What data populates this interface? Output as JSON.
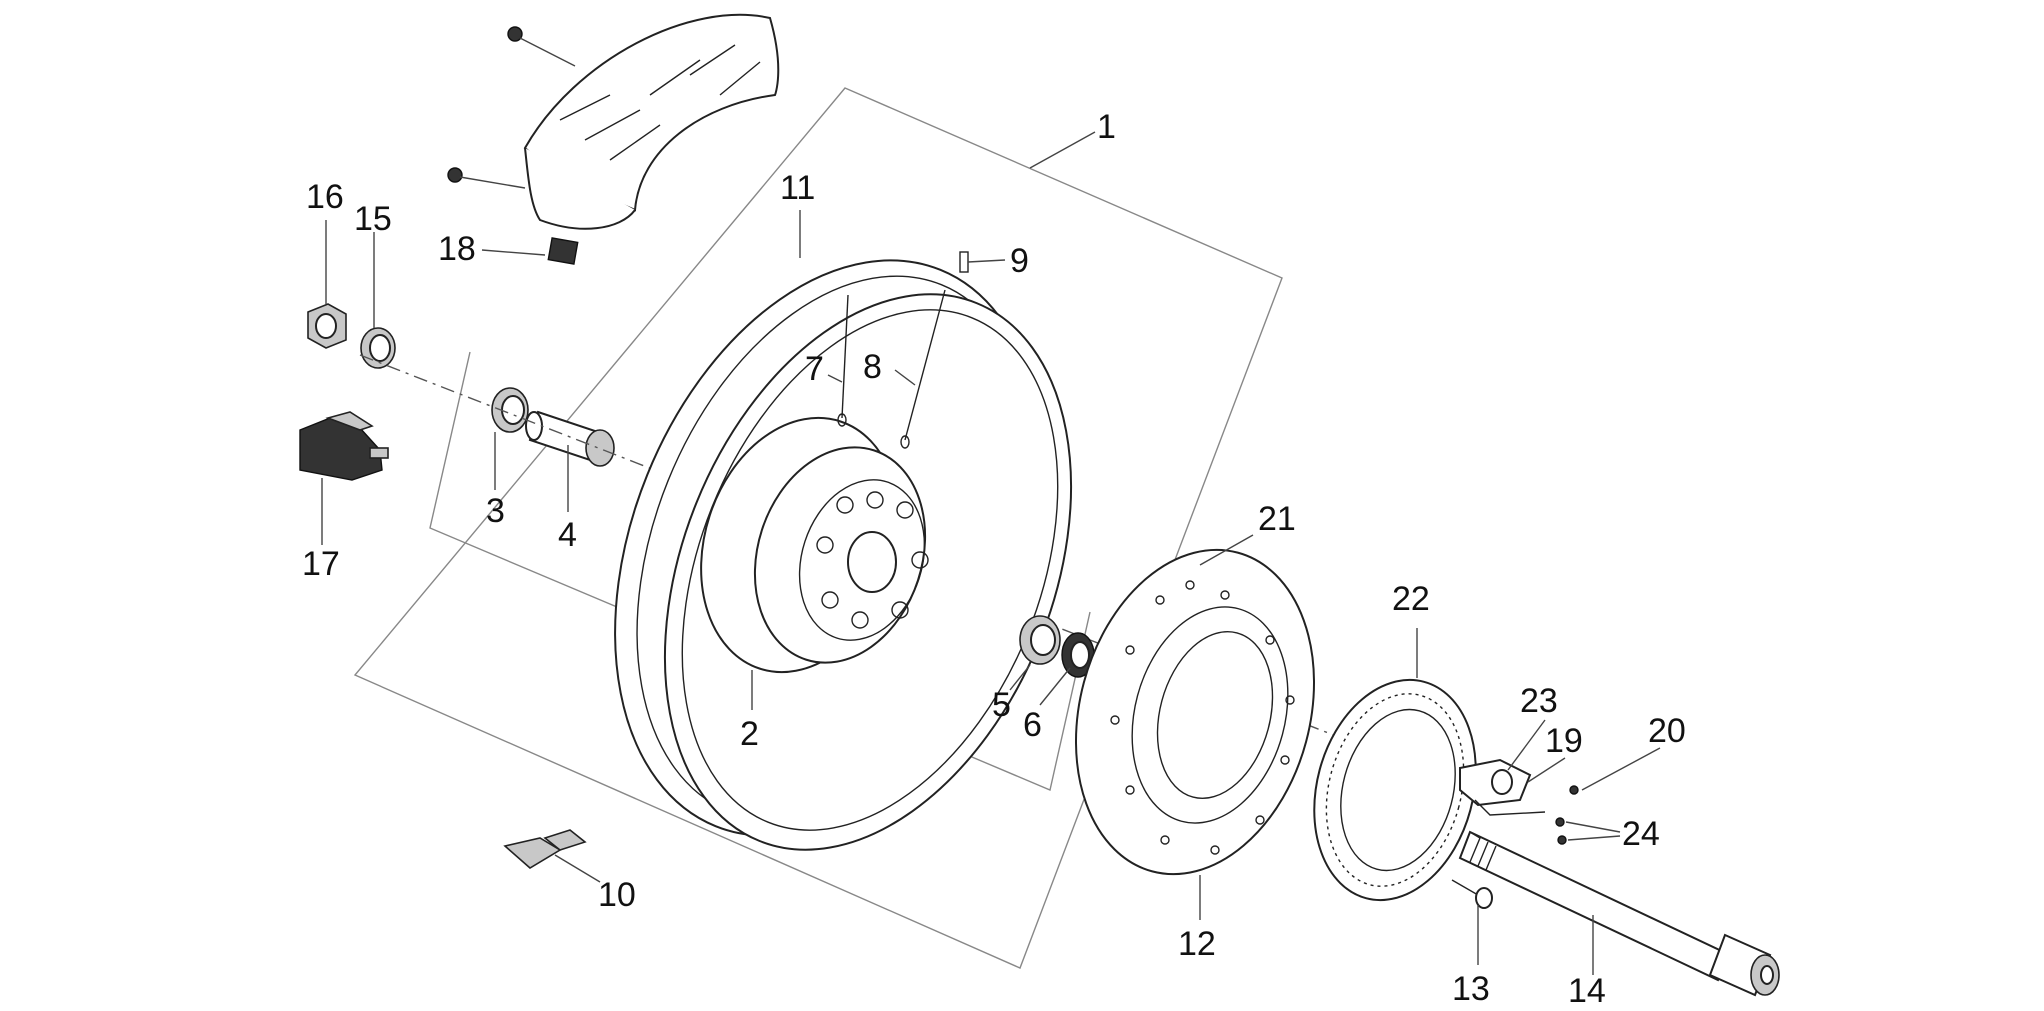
{
  "diagram": {
    "callouts": {
      "c1": "1",
      "c2": "2",
      "c3": "3",
      "c4": "4",
      "c5": "5",
      "c6": "6",
      "c7": "7",
      "c8": "8",
      "c9": "9",
      "c10": "10",
      "c11": "11",
      "c12": "12",
      "c13": "13",
      "c14": "14",
      "c15": "15",
      "c16": "16",
      "c17": "17",
      "c18": "18",
      "c19": "19",
      "c20": "20",
      "c21": "21",
      "c22": "22",
      "c23": "23",
      "c24": "24"
    },
    "colors": {
      "ink": "#222222",
      "frame": "#888888",
      "background": "#ffffff"
    }
  }
}
